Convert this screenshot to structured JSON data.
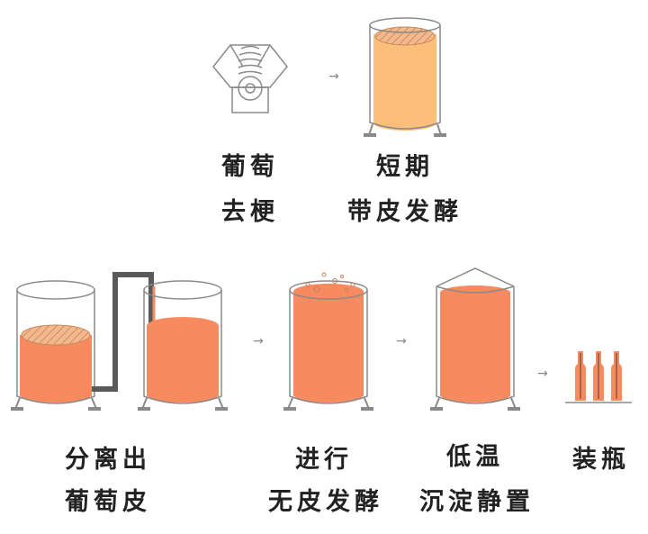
{
  "colors": {
    "juice_light": "#fbbf7b",
    "juice_pink": "#f78a5f",
    "line_gray": "#8a8a8a",
    "text": "#222222"
  },
  "steps": [
    {
      "icon": "destemmer-icon",
      "line1": "葡萄",
      "line2": "去梗"
    },
    {
      "icon": "skin-contact-tank-icon",
      "line1": "短期",
      "line2": "带皮发酵"
    },
    {
      "icon": "two-tank-transfer-icon",
      "line1": "分离出",
      "line2": "葡萄皮"
    },
    {
      "icon": "fermenting-tank-icon",
      "line1": "进行",
      "line2": "无皮发酵"
    },
    {
      "icon": "settling-tank-icon",
      "line1": "低温",
      "line2": "沉淀静置"
    },
    {
      "icon": "bottles-icon",
      "line1": "装瓶",
      "line2": ""
    }
  ],
  "arrow_glyph": "→"
}
